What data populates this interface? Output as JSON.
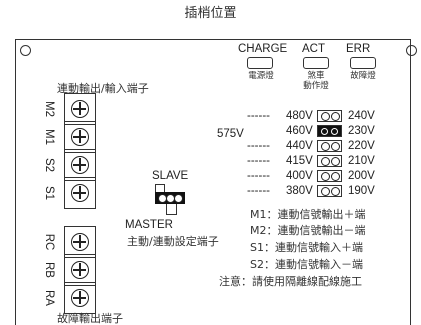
{
  "title": "插梢位置",
  "leds": [
    {
      "code": "CHARGE",
      "desc": "電源燈"
    },
    {
      "code": "ACT",
      "desc_line1": "煞車",
      "desc_line2": "動作燈"
    },
    {
      "code": "ERR",
      "desc": "故障燈"
    }
  ],
  "link_terminals": {
    "label": "連動輸出/輸入端子",
    "items": [
      "M2",
      "M1",
      "S2",
      "S1"
    ]
  },
  "fault_terminals": {
    "label": "故障輸出端子",
    "items": [
      "RC",
      "RB",
      "RA"
    ]
  },
  "voltage_selector": {
    "dashes": "------",
    "current_label": "575V",
    "rows": [
      {
        "left": "480V",
        "right": "240V",
        "selected": false
      },
      {
        "left": "460V",
        "right": "230V",
        "selected": true
      },
      {
        "left": "440V",
        "right": "220V",
        "selected": false
      },
      {
        "left": "415V",
        "right": "210V",
        "selected": false
      },
      {
        "left": "400V",
        "right": "200V",
        "selected": false
      },
      {
        "left": "380V",
        "right": "190V",
        "selected": false
      }
    ]
  },
  "jumper": {
    "slave_label": "SLAVE",
    "master_label": "MASTER",
    "desc": "主動/連動設定端子"
  },
  "notes": [
    "M1：連動信號輸出＋端",
    "M2：連動信號輸出－端",
    "S1：連動信號輸入＋端",
    "S2：連動信號輸入－端"
  ],
  "caution": "注意：請使用隔離線配線施工"
}
